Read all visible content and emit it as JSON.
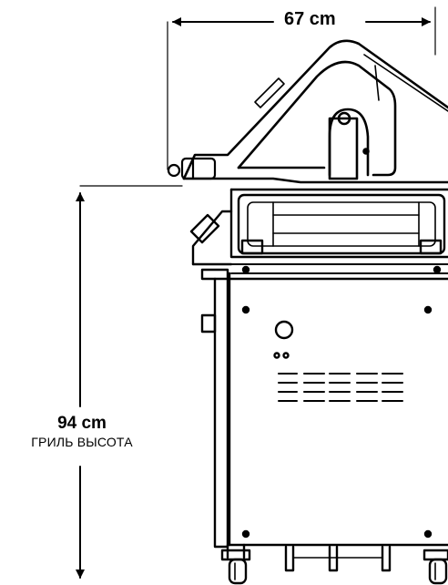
{
  "dimensions": {
    "width": {
      "value": "67 cm"
    },
    "height": {
      "value": "94 cm",
      "caption": "ГРИЛЬ ВЫСОТА"
    }
  },
  "colors": {
    "line": "#000000",
    "background": "#ffffff"
  }
}
